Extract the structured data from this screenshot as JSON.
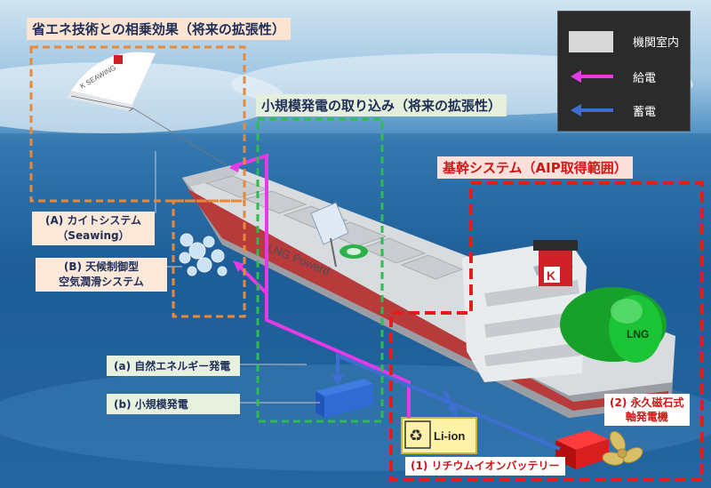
{
  "titles": {
    "energy_saving": "省エネ技術との相乗効果（将来の拡張性）",
    "small_power": "小規模発電の取り込み（将来の拡張性）",
    "core_system": "基幹システム（AIP取得範囲）"
  },
  "legend": {
    "engine_room": "機関室内",
    "power_supply": "給電",
    "storage": "蓄電",
    "colors": {
      "power_supply": "#e43be6",
      "storage": "#3d6fd1"
    }
  },
  "callouts": {
    "kite_system": "(A) カイトシステム\n（Seawing）",
    "air_lubrication": "(B) 天候制御型\n空気潤滑システム",
    "natural_energy": "(a) 自然エネルギー発電",
    "small_generation": "(b) 小規模発電",
    "battery": "(1) リチウムイオンバッテリー",
    "generator": "(2) 永久磁石式\n軸発電機"
  },
  "ship": {
    "hull_text": "LNG Powerd",
    "tank_text": "LNG",
    "funnel_mark": "K",
    "battery_text": "Li-ion",
    "kite_text": "K SEAWING"
  }
}
